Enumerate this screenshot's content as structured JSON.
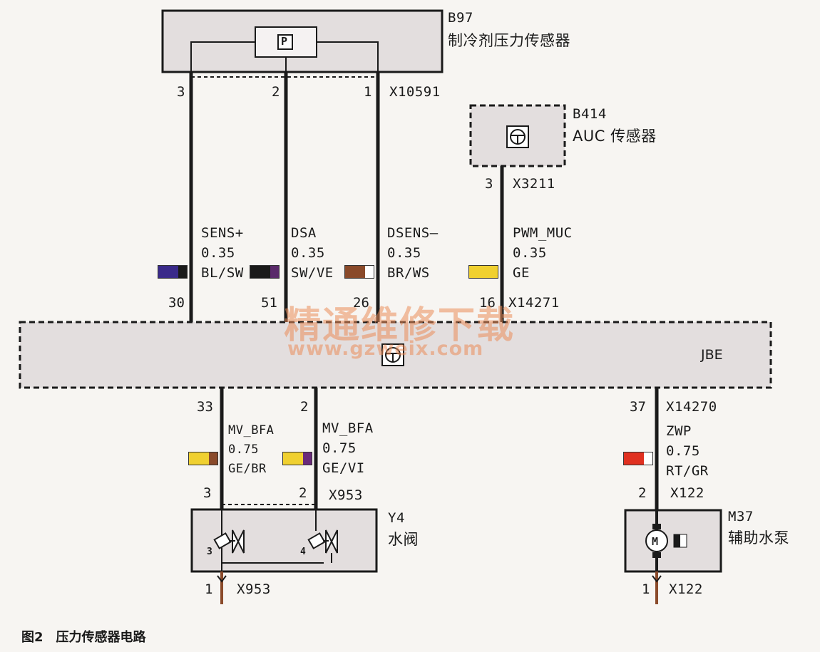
{
  "components": {
    "b97": {
      "id": "B97",
      "name": "制冷剂压力传感器",
      "symbol": "P",
      "connector": "X10591"
    },
    "b414": {
      "id": "B414",
      "name": "AUC 传感器",
      "connector": "X3211"
    },
    "jbe": {
      "label": "JBE",
      "connector_top": "X14271",
      "connector_bottom": "X14270"
    },
    "y4": {
      "id": "Y4",
      "name": "水阀",
      "connector_in": "X953",
      "connector_out": "X953"
    },
    "m37": {
      "id": "M37",
      "name": "辅助水泵",
      "symbol": "M",
      "connector_in": "X122",
      "connector_out": "X122"
    }
  },
  "wires": [
    {
      "signal": "SENS+",
      "gauge": "0.35",
      "color_code": "BL/SW",
      "pin_top": "3",
      "pin_bottom": "30",
      "swatch": [
        "#3a2a8a",
        "#1a1a1a"
      ]
    },
    {
      "signal": "DSA",
      "gauge": "0.35",
      "color_code": "SW/VE",
      "pin_top": "2",
      "pin_bottom": "51",
      "swatch": [
        "#1a1a1a",
        "#5a2a6a"
      ]
    },
    {
      "signal": "DSENS—",
      "gauge": "0.35",
      "color_code": "BR/WS",
      "pin_top": "1",
      "pin_bottom": "26",
      "swatch": [
        "#8a4a2a",
        "#ffffff"
      ]
    },
    {
      "signal": "PWM_MUC",
      "gauge": "0.35",
      "color_code": "GE",
      "pin_top": "3",
      "pin_bottom": "16",
      "swatch": [
        "#f0d030",
        "#f0d030"
      ]
    },
    {
      "signal": "MV_BFA",
      "gauge": "0.75",
      "color_code": "GE/BR",
      "pin_top": "33",
      "pin_bottom": "3",
      "swatch": [
        "#f0d030",
        "#8a4a2a"
      ]
    },
    {
      "signal": "MV_BFA",
      "gauge": "0.75",
      "color_code": "GE/VI",
      "pin_top": "2",
      "pin_bottom": "2",
      "swatch": [
        "#f0d030",
        "#6a2a7a"
      ]
    },
    {
      "signal": "ZWP",
      "gauge": "0.75",
      "color_code": "RT/GR",
      "pin_top": "37",
      "pin_bottom": "2",
      "swatch": [
        "#e03020",
        "#ffffff"
      ]
    }
  ],
  "bottom_pins": {
    "y4": "1",
    "m37": "1"
  },
  "valve_pins": [
    "3",
    "4"
  ],
  "watermark": {
    "line1": "精通维修下载",
    "line2": "www.gzweix.com"
  },
  "caption": "图2　压力传感器电路",
  "colors": {
    "box_fill": "#e3dede",
    "wire": "#1a1a1a",
    "wire_stub": "#8a4a2a"
  }
}
